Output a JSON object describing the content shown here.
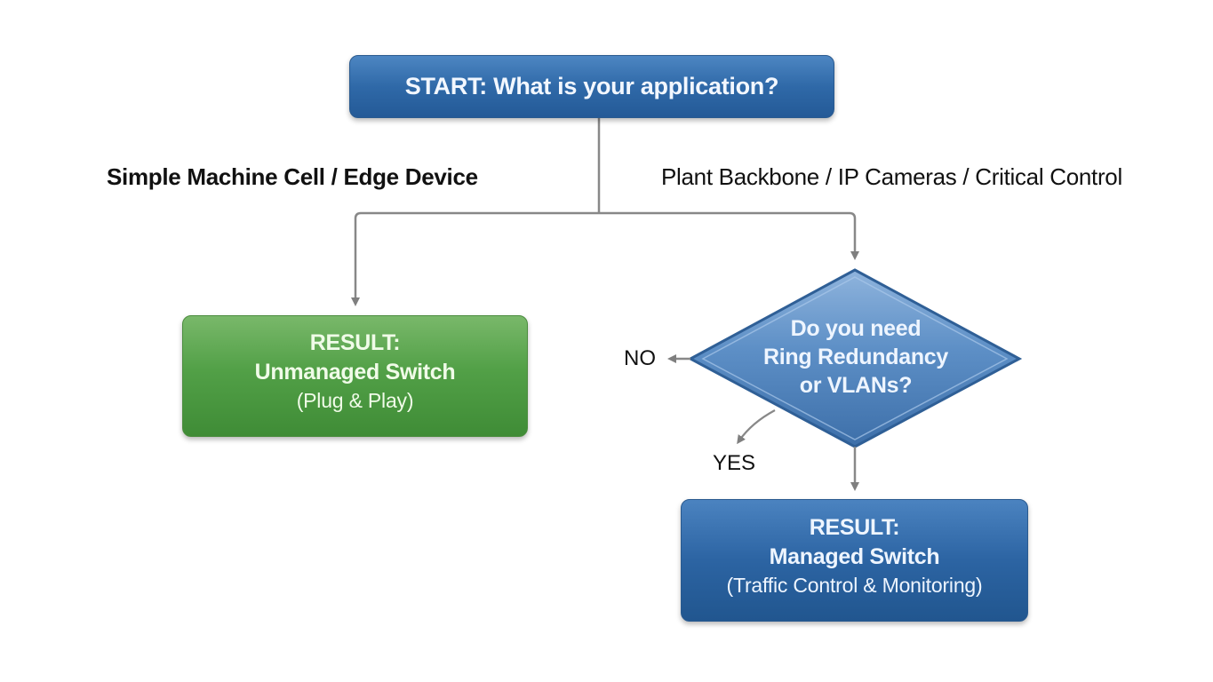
{
  "diagram": {
    "start": {
      "text": "START: What is your application?"
    },
    "branches": {
      "left_label": "Simple Machine Cell / Edge Device",
      "right_label": "Plant Backbone / IP Cameras / Critical Control"
    },
    "decision": {
      "line1": "Do you need",
      "line2": "Ring Redundancy",
      "line3": "or VLANs?",
      "no_label": "NO",
      "yes_label": "YES"
    },
    "result_unmanaged": {
      "title": "RESULT:",
      "name": "Unmanaged Switch",
      "note": "(Plug & Play)"
    },
    "result_managed": {
      "title": "RESULT:",
      "name": "Managed Switch",
      "note": "(Traffic Control & Monitoring)"
    },
    "colors": {
      "primary_blue": "#2f69a8",
      "result_green": "#52a047",
      "connector_gray": "#808080"
    }
  }
}
